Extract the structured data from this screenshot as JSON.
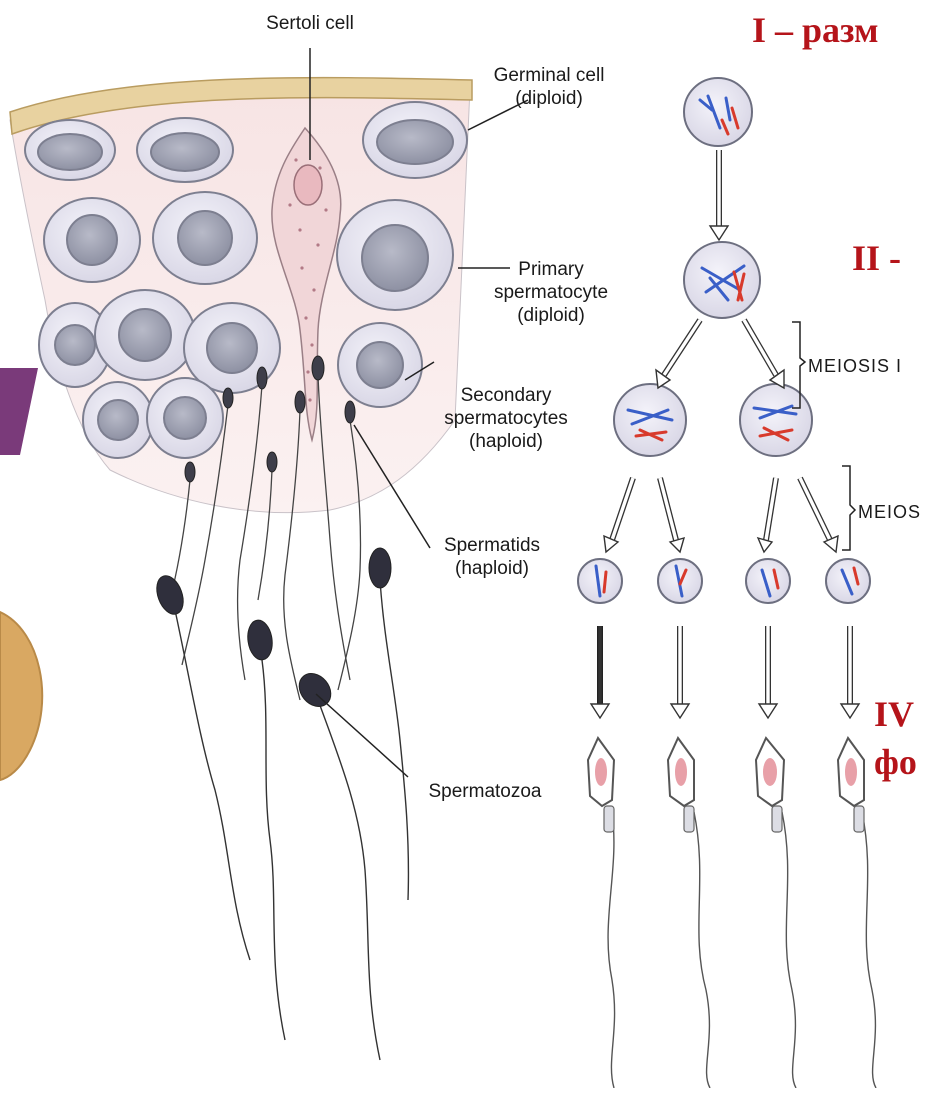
{
  "labels": {
    "sertoli": "Sertoli cell",
    "germinal": "Germinal cell\n(diploid)",
    "primary": "Primary\nspermatocyte\n(diploid)",
    "secondary": "Secondary\nspermatocytes\n(haploid)",
    "spermatids": "Spermatids\n(haploid)",
    "spermatozoa": "Spermatozoa",
    "meiosis1": "MEIOSIS I",
    "meiosis2": "MEIOS"
  },
  "stages": {
    "s1": "I – разм",
    "s2": "II -",
    "s4a": "IV",
    "s4b": "фо"
  },
  "colors": {
    "stage_text": "#b5141a",
    "chromosome_blue": "#3a5fc8",
    "chromosome_red": "#d83a2c",
    "cell_fill": "#e8e6f2",
    "tissue_pink": "#f6dede",
    "basement": "#e8d2a0",
    "left_accent": "#7a3a7a",
    "left_blob": "#d9a862"
  }
}
